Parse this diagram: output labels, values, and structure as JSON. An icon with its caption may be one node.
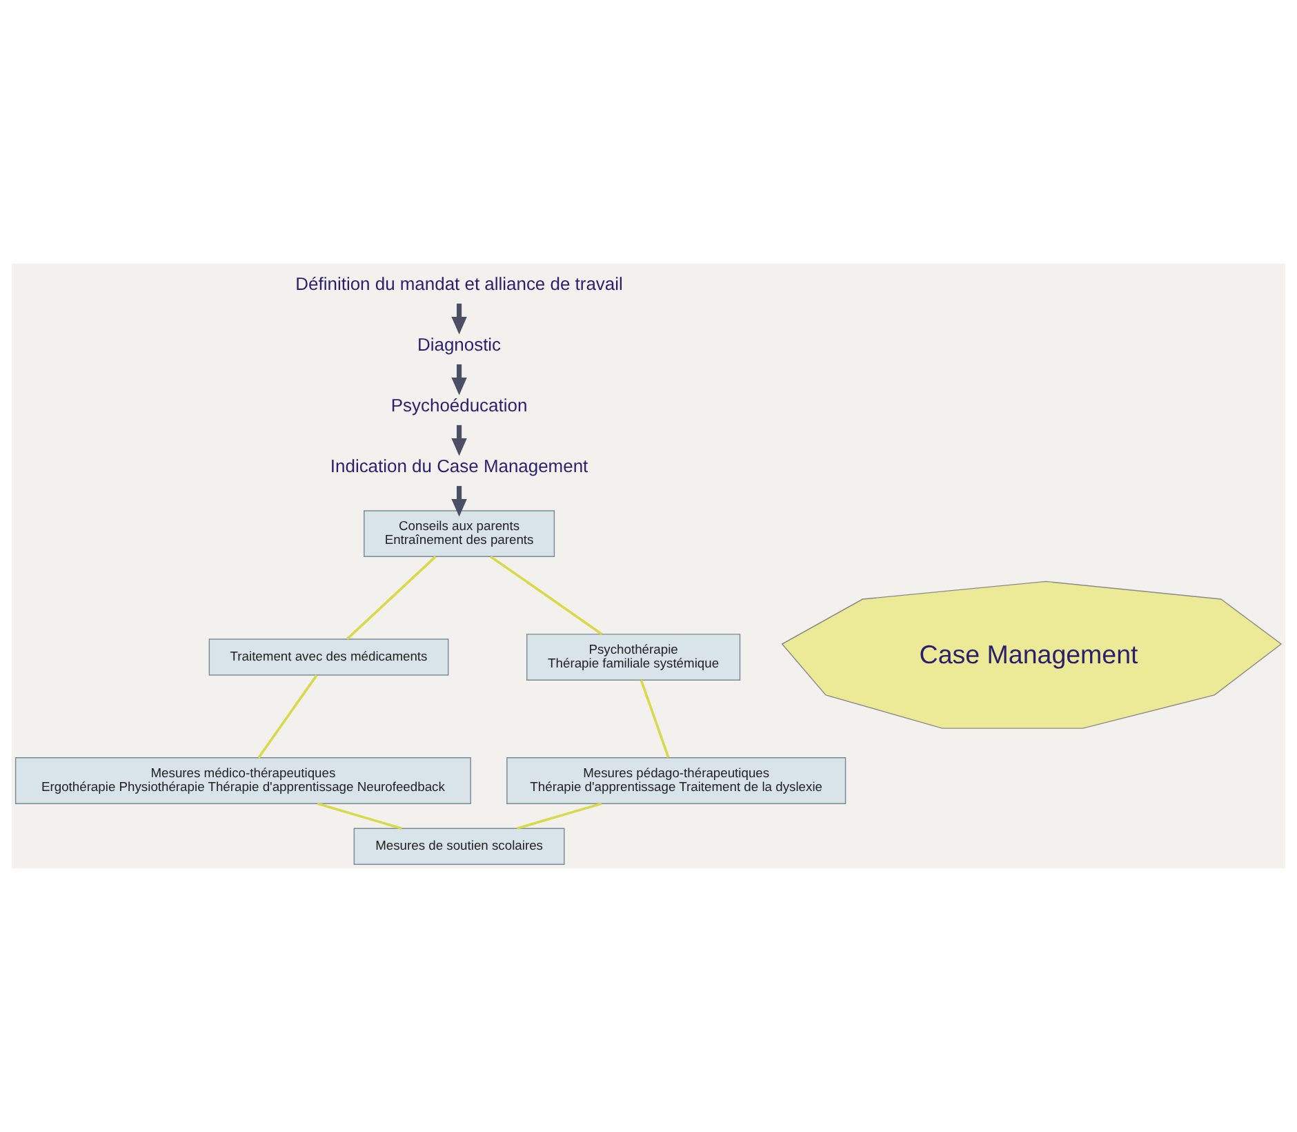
{
  "diagram": {
    "nodes": [
      {
        "text": [
          "Définition du mandat et alliance de travail"
        ]
      },
      {
        "text": [
          "Diagnostic"
        ]
      },
      {
        "text": [
          "Psychoéducation"
        ]
      },
      {
        "text": [
          "Indication du Case Management"
        ]
      },
      {
        "text": [
          "Conseils aux parents",
          "Entraînement des parents"
        ]
      },
      {
        "text": [
          "Traitement avec des médicaments"
        ]
      },
      {
        "text": [
          "Psychothérapie",
          "Thérapie familiale systémique"
        ]
      },
      {
        "text": [
          "Case Management"
        ]
      },
      {
        "text": [
          "Mesures médico-thérapeutiques",
          "Ergothérapie Physiothérapie Thérapie d'apprentissage Neurofeedback"
        ]
      },
      {
        "text": [
          "Mesures pédago-thérapeutiques",
          "Thérapie d'apprentissage Traitement de la dyslexie"
        ]
      },
      {
        "text": [
          "Mesures de soutien scolaires"
        ]
      }
    ],
    "edges": [
      {
        "from": 0,
        "to": 1,
        "arrow": "to",
        "style": "thick",
        "color": "#4a4f63"
      },
      {
        "from": 1,
        "to": 2,
        "arrow": "to",
        "style": "thick",
        "color": "#4a4f63"
      },
      {
        "from": 2,
        "to": 3,
        "arrow": "to",
        "style": "thick",
        "color": "#4a4f63"
      },
      {
        "from": 3,
        "to": 4,
        "arrow": "to",
        "style": "thick",
        "color": "#4a4f63"
      },
      {
        "from": 4,
        "to": 6,
        "arrow": "none",
        "color": "#d9d94a"
      },
      {
        "from": 6,
        "to": 9,
        "arrow": "none",
        "color": "#d9d94a"
      },
      {
        "from": 9,
        "to": 10,
        "arrow": "none",
        "color": "#d9d94a"
      },
      {
        "from": 8,
        "to": 10,
        "arrow": "none",
        "color": "#d9d94a"
      },
      {
        "from": 5,
        "to": 8,
        "arrow": "none",
        "color": "#d9d94a"
      },
      {
        "from": 4,
        "to": 5,
        "arrow": "none",
        "color": "#d9d94a"
      }
    ]
  }
}
